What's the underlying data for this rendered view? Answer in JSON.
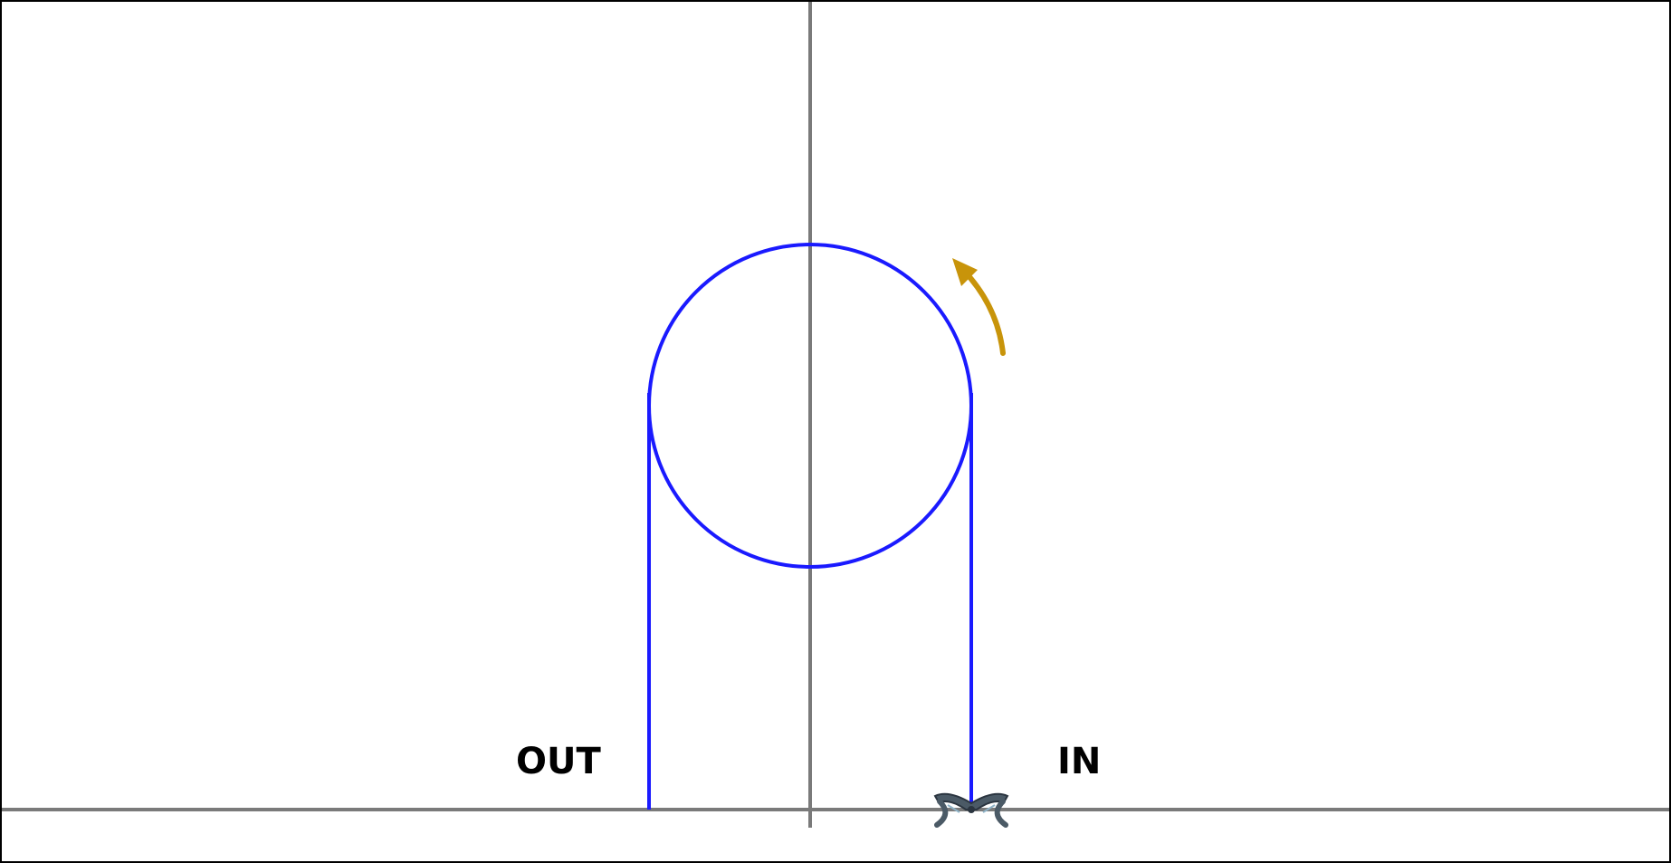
{
  "labels": {
    "out": "OUT",
    "in": "IN"
  },
  "colors": {
    "axis": "#7a7a7a",
    "path": "#1a1aff",
    "arrow": "#c8940a",
    "frame": "#000000",
    "text": "#000000"
  },
  "icons": {
    "arrow": "curved-arrow-counterclockwise",
    "marker": "pliers-clamp"
  }
}
